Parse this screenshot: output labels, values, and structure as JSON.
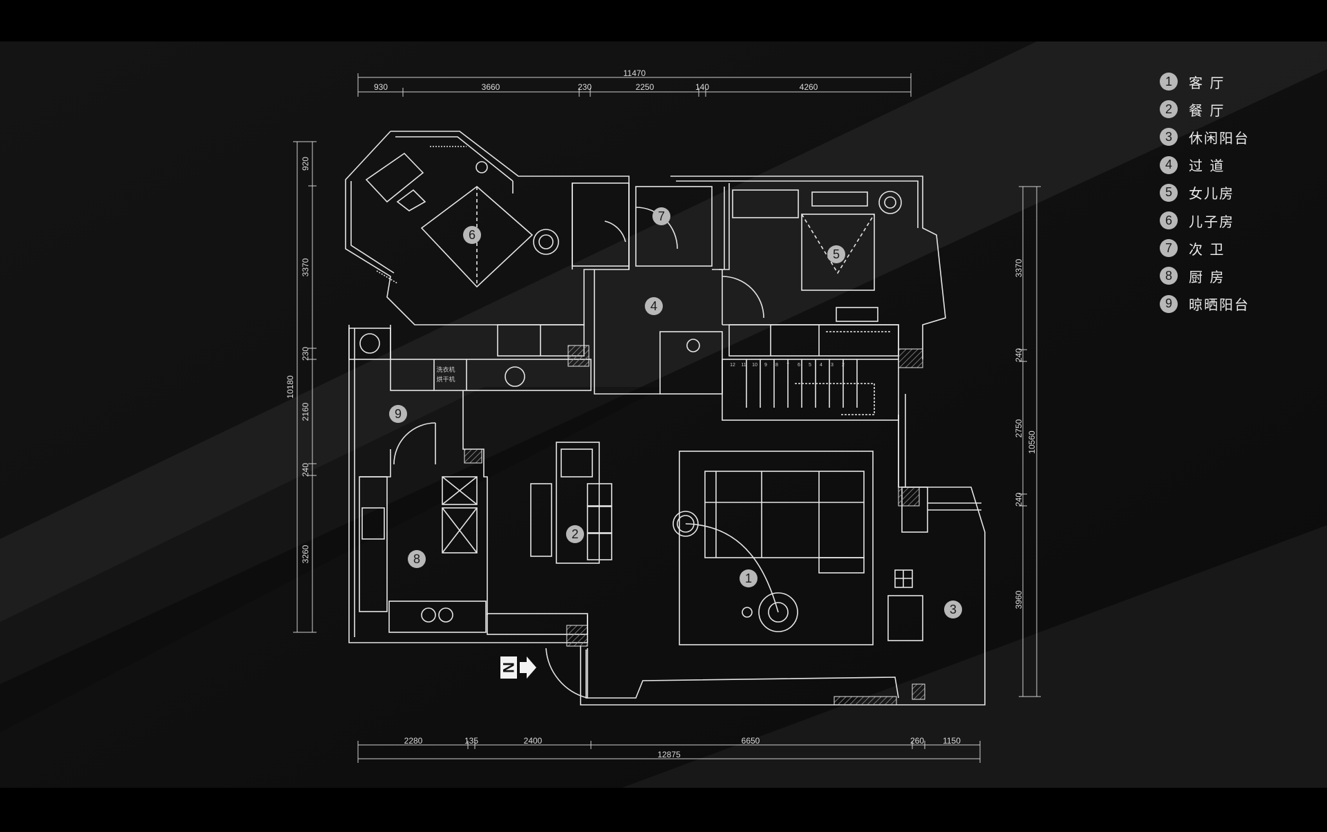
{
  "dimensions": {
    "top_total": "11470",
    "top": [
      "930",
      "3660",
      "230",
      "2250",
      "140",
      "4260"
    ],
    "bottom_total": "12875",
    "bottom": [
      "2280",
      "135",
      "2400",
      "6650",
      "260",
      "1150"
    ],
    "left_total": "10180",
    "left": [
      "920",
      "3370",
      "230",
      "2160",
      "240",
      "3260"
    ],
    "right_total": "10560",
    "right": [
      "3370",
      "240",
      "2750",
      "240",
      "3960"
    ]
  },
  "room_markers": [
    "1",
    "2",
    "3",
    "4",
    "5",
    "6",
    "7",
    "8",
    "9"
  ],
  "legend": [
    {
      "num": "1",
      "label": "客 厅"
    },
    {
      "num": "2",
      "label": "餐 厅"
    },
    {
      "num": "3",
      "label": "休闲阳台"
    },
    {
      "num": "4",
      "label": "过 道"
    },
    {
      "num": "5",
      "label": "女儿房"
    },
    {
      "num": "6",
      "label": "儿子房"
    },
    {
      "num": "7",
      "label": "次 卫"
    },
    {
      "num": "8",
      "label": "厨 房"
    },
    {
      "num": "9",
      "label": "晾晒阳台"
    }
  ],
  "annotations": {
    "north_letter": "N",
    "cabinet_line1": "洗衣机",
    "cabinet_line2": "烘干机",
    "stair_steps": [
      "12",
      "11",
      "10",
      "9",
      "8",
      "7",
      "6",
      "5",
      "4",
      "3",
      "2"
    ]
  },
  "colors": {
    "background": "#101010",
    "linework": "#e6e6e6",
    "marker": "#b8b8b8"
  }
}
